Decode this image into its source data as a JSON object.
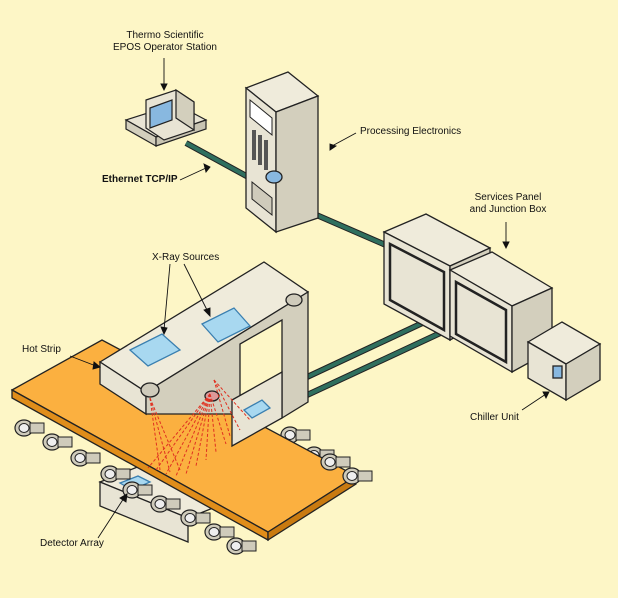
{
  "labels": {
    "operator_station_line1": "Thermo Scientific",
    "operator_station_line2": "EPOS Operator Station",
    "processing_electronics": "Processing Electronics",
    "ethernet": "Ethernet TCP/IP",
    "services_panel_line1": "Services Panel",
    "services_panel_line2": "and Junction Box",
    "xray_sources": "X-Ray Sources",
    "hot_strip": "Hot Strip",
    "chiller_unit": "Chiller Unit",
    "detector_array": "Detector Array"
  },
  "colors": {
    "background": "#fdf6c6",
    "equipment": "#e8e4d4",
    "equipment_shadow": "#d3cfbd",
    "strip": "#fbb040",
    "cable": "#2f6f5e",
    "xray": "#e03020",
    "source_box": "#a8d8f0"
  }
}
